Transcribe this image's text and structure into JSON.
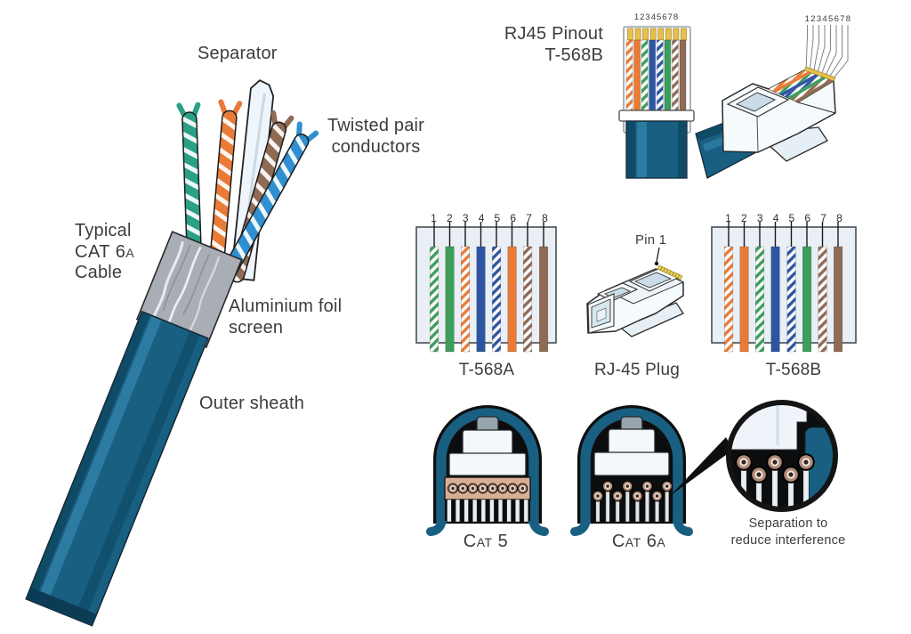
{
  "title": "Typical CAT 6A cable anatomy with RJ45 pinout diagrams",
  "colors": {
    "sheath_blue": "#185f82",
    "sheath_dark": "#0f4a66",
    "sheath_light": "#2e7ba1",
    "foil_gray": "#a9aeb4",
    "wire_orange": "#e97b37",
    "wire_green": "#3c9e5b",
    "wire_blue": "#2e55a3",
    "wire_brown": "#8f6b54",
    "pair_green": "#2aa187",
    "pair_blue": "#2f8fd0",
    "gold": "#e7c04c",
    "text": "#3d3d3d"
  },
  "cable_labels": {
    "separator": "Separator",
    "twisted_line1": "Twisted pair",
    "twisted_line2": "conductors",
    "typical_line1": "Typical",
    "typical_line2": "CAT 6a",
    "typical_line3": "Cable",
    "foil_line1": "Aluminium foil",
    "foil_line2": "screen",
    "outer_sheath": "Outer sheath"
  },
  "pinout_header": {
    "line1": "RJ45 Pinout",
    "line2": "T-568B",
    "numbers": "12345678"
  },
  "front_view": {
    "numbers": "12345678",
    "wires": [
      {
        "name": "white/orange",
        "fill": "url(#pO)"
      },
      {
        "name": "orange",
        "fill": "#e97b37"
      },
      {
        "name": "white/green",
        "fill": "url(#pG)"
      },
      {
        "name": "blue",
        "fill": "#2e55a3"
      },
      {
        "name": "white/blue",
        "fill": "url(#pB)"
      },
      {
        "name": "green",
        "fill": "#3c9e5b"
      },
      {
        "name": "white/brown",
        "fill": "url(#pN)"
      },
      {
        "name": "brown",
        "fill": "#8f6b54"
      }
    ]
  },
  "iso_plug": {
    "numbers": "12345678",
    "wires": [
      {
        "name": "white/orange",
        "fill": "url(#pO)"
      },
      {
        "name": "orange",
        "fill": "#e97b37"
      },
      {
        "name": "white/green",
        "fill": "url(#pG)"
      },
      {
        "name": "blue",
        "fill": "#2e55a3"
      },
      {
        "name": "white/blue",
        "fill": "url(#pB)"
      },
      {
        "name": "green",
        "fill": "#3c9e5b"
      },
      {
        "name": "white/brown",
        "fill": "url(#pN)"
      },
      {
        "name": "brown",
        "fill": "#8f6b54"
      }
    ]
  },
  "pairs": [
    {
      "name": "green pair",
      "fill": "url(#tG)",
      "tip": "#2aa187"
    },
    {
      "name": "orange pair",
      "fill": "url(#tO)",
      "tip": "#e97b37"
    },
    {
      "name": "brown pair",
      "fill": "url(#tN)",
      "tip": "#8f6b54"
    },
    {
      "name": "blue pair",
      "fill": "url(#tB)",
      "tip": "#2f8fd0"
    }
  ],
  "t568a": {
    "label": "T-568A",
    "pins": [
      "1",
      "2",
      "3",
      "4",
      "5",
      "6",
      "7",
      "8"
    ],
    "wires": [
      {
        "name": "white/green",
        "fill": "url(#pG)"
      },
      {
        "name": "green",
        "fill": "#3c9e5b"
      },
      {
        "name": "white/orange",
        "fill": "url(#pO)"
      },
      {
        "name": "blue",
        "fill": "#2e55a3"
      },
      {
        "name": "white/blue",
        "fill": "url(#pB)"
      },
      {
        "name": "orange",
        "fill": "#e97b37"
      },
      {
        "name": "white/brown",
        "fill": "url(#pN)"
      },
      {
        "name": "brown",
        "fill": "#8f6b54"
      }
    ]
  },
  "t568b": {
    "label": "T-568B",
    "pins": [
      "1",
      "2",
      "3",
      "4",
      "5",
      "6",
      "7",
      "8"
    ],
    "wires": [
      {
        "name": "white/orange",
        "fill": "url(#pO)"
      },
      {
        "name": "orange",
        "fill": "#e97b37"
      },
      {
        "name": "white/green",
        "fill": "url(#pG)"
      },
      {
        "name": "blue",
        "fill": "#2e55a3"
      },
      {
        "name": "white/blue",
        "fill": "url(#pB)"
      },
      {
        "name": "green",
        "fill": "#3c9e5b"
      },
      {
        "name": "white/brown",
        "fill": "url(#pN)"
      },
      {
        "name": "brown",
        "fill": "#8f6b54"
      }
    ]
  },
  "rj45_plug": {
    "label": "RJ-45 Plug",
    "pin1": "Pin 1"
  },
  "cross_sections": {
    "cat5_label": "Cat 5",
    "cat6a_label": "Cat 6a",
    "caption_line1": "Separation to",
    "caption_line2": "reduce interference"
  }
}
